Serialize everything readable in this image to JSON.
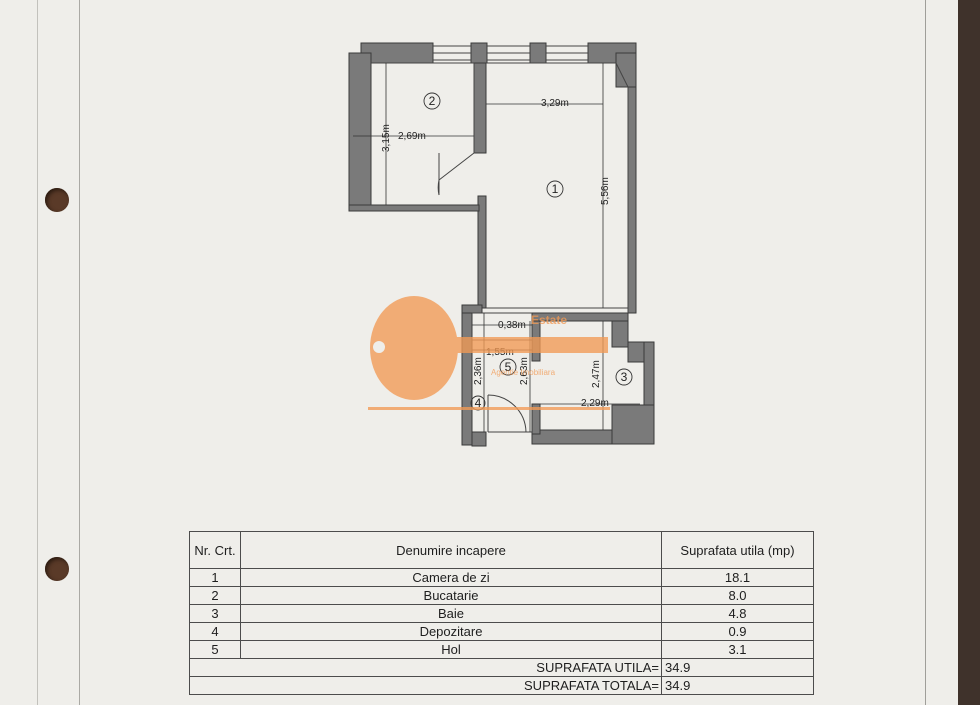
{
  "plan": {
    "rooms": [
      {
        "number": "1"
      },
      {
        "number": "2"
      },
      {
        "number": "3"
      },
      {
        "number": "4"
      },
      {
        "number": "5"
      }
    ],
    "dimensions": {
      "room2_width": "2,69m",
      "room2_height": "3,15m",
      "room1_width": "3,29m",
      "room1_height": "5,56m",
      "hall_a": "0,38m",
      "hall_b": "1,55m",
      "hall_height_a": "2,36m",
      "hall_height_b": "2,63m",
      "bath_width": "2,29m",
      "bath_height": "2,47m"
    }
  },
  "watermark": {
    "line1": "Estate",
    "line2": "Agentie Imobiliara"
  },
  "table": {
    "headers": {
      "nr": "Nr. Crt.",
      "name": "Denumire incapere",
      "area": "Suprafata utila (mp)"
    },
    "rows": [
      {
        "nr": "1",
        "name": "Camera de zi",
        "area": "18.1"
      },
      {
        "nr": "2",
        "name": "Bucatarie",
        "area": "8.0"
      },
      {
        "nr": "3",
        "name": "Baie",
        "area": "4.8"
      },
      {
        "nr": "4",
        "name": "Depozitare",
        "area": "0.9"
      },
      {
        "nr": "5",
        "name": "Hol",
        "area": "3.1"
      }
    ],
    "summary": [
      {
        "label": "SUPRAFATA UTILA=",
        "value": "34.9"
      },
      {
        "label": "SUPRAFATA TOTALA=",
        "value": "34.9"
      }
    ]
  }
}
